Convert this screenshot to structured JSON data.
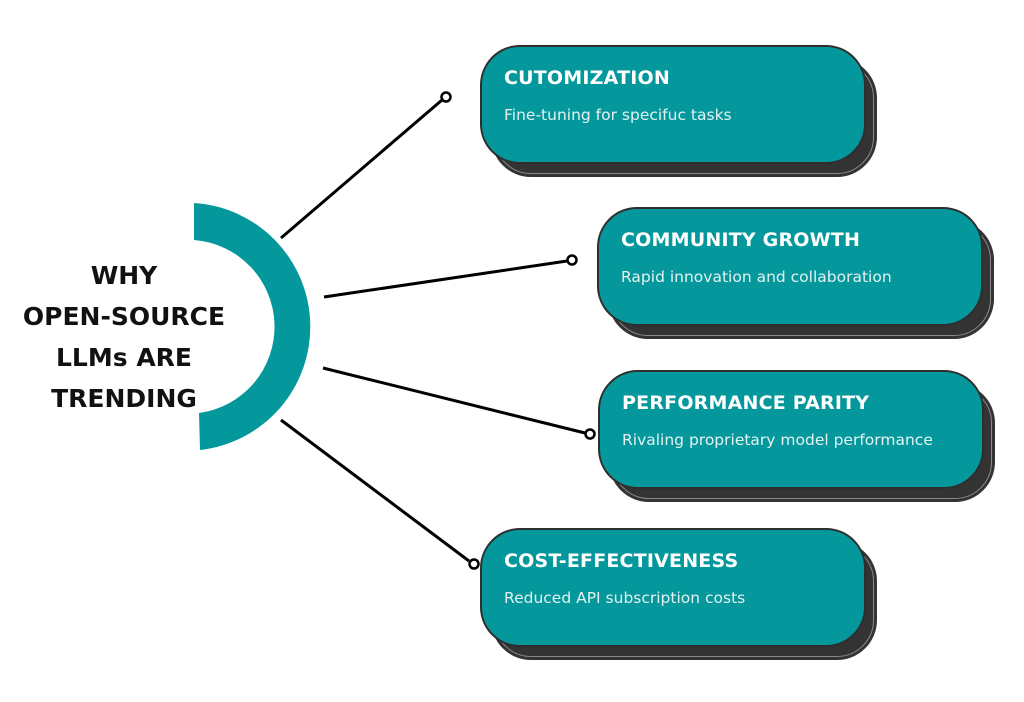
{
  "diagram": {
    "title_lines": [
      "WHY",
      "OPEN-SOURCE",
      "LLMs ARE",
      "TRENDING"
    ],
    "accent_color": "#04989c",
    "shadow_color": "#333333",
    "line_color": "#000000",
    "cards": [
      {
        "title": "CUTOMIZATION",
        "subtitle": "Fine-tuning for specifuc tasks"
      },
      {
        "title": "COMMUNITY GROWTH",
        "subtitle": "Rapid innovation and collaboration"
      },
      {
        "title": "PERFORMANCE PARITY",
        "subtitle": "Rivaling proprietary model performance"
      },
      {
        "title": "COST-EFFECTIVENESS",
        "subtitle": "Reduced API subscription costs"
      }
    ]
  }
}
